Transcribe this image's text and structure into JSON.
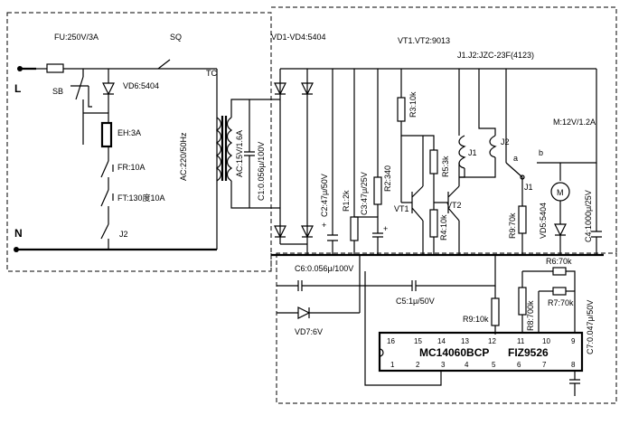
{
  "labels": {
    "fu": "FU:250V/3A",
    "sq": "SQ",
    "l": "L",
    "sb": "SB",
    "vd6": "VD6:5404",
    "tc": "TC",
    "eh": "EH:3A",
    "fr": "FR:10A",
    "ft": "FT:130度10A",
    "n": "N",
    "j2_left": "J2",
    "ac220": "AC:220/50Hz",
    "ac15": "AC:15V/1.6A",
    "c1": "C1:0.056μ/100V",
    "vd1": "VD1-VD4:5404",
    "c2": "C2:47μ/50V",
    "r1": "R1:2k",
    "c3": "C3:47μ/25V",
    "r2": "R2:340",
    "vt": "VT1.VT2:9013",
    "r3": "R3:10k",
    "r5": "R5:3k",
    "vt1": "VT1",
    "vt2": "VT2",
    "r4": "R4:10k",
    "j": "J1.J2:JZC-23F(4123)",
    "j1": "J1",
    "j2": "J2",
    "m": "M:12V/1.2A",
    "a": "a",
    "b": "b",
    "j1b": "J1",
    "r9a": "R9:70k",
    "vd5": "VD5:5404",
    "c4": "C4:1000μ/25V",
    "mot": "M",
    "c6": "C6:0.056μ/100V",
    "c5": "C5:1μ/50V",
    "vd7": "VD7:6V",
    "r9b": "R9:10k",
    "r6": "R6:70k",
    "r8": "R8:700k",
    "r7": "R7:70k",
    "c7": "C7:0.047μ/50V",
    "ic_name": "MC14060BCP",
    "ic_code": "FIZ9526",
    "plus": "+"
  },
  "pins_top": [
    "16",
    "15",
    "14",
    "13",
    "12",
    "11",
    "10",
    "9"
  ],
  "pins_bottom": [
    "1",
    "2",
    "3",
    "4",
    "5",
    "6",
    "7",
    "8"
  ]
}
